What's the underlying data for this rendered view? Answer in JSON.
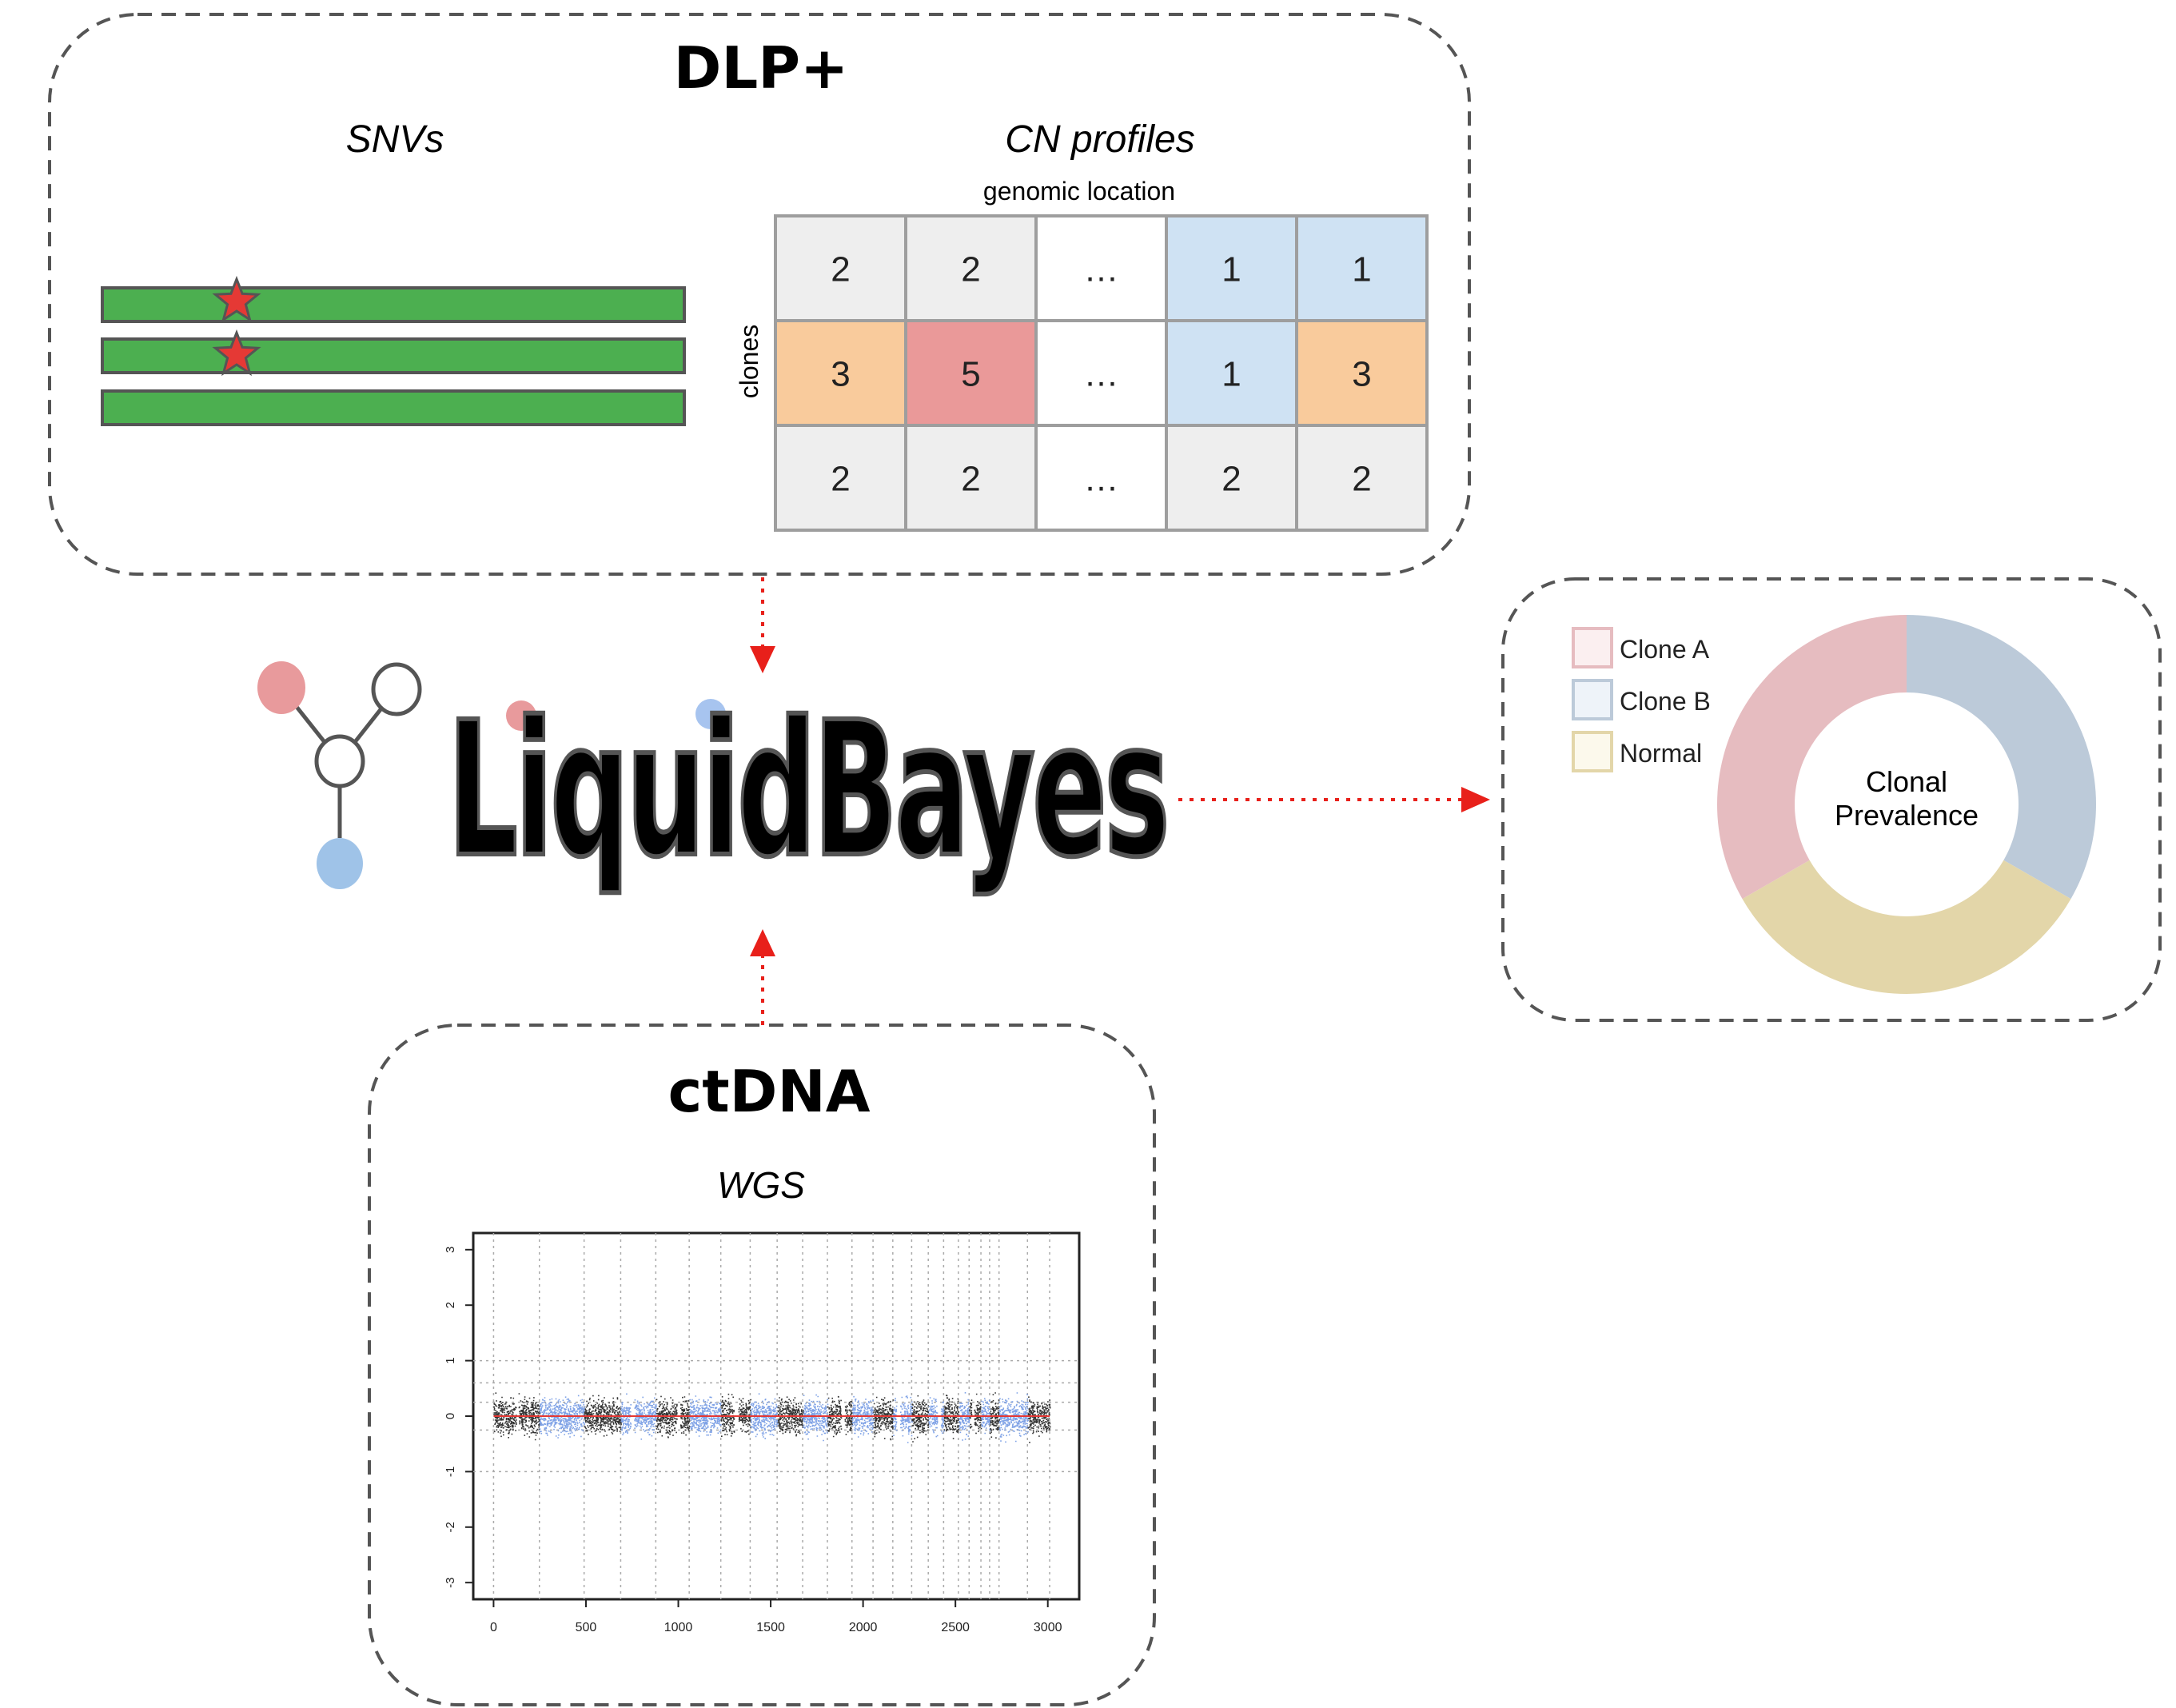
{
  "dlp": {
    "title": "DLP+",
    "snv_label": "SNVs",
    "cn_label": "CN profiles",
    "cn_xlabel": "genomic location",
    "cn_ylabel": "clones",
    "cn_matrix": [
      [
        "2",
        "2",
        "…",
        "1",
        "1"
      ],
      [
        "3",
        "5",
        "…",
        "1",
        "3"
      ],
      [
        "2",
        "2",
        "…",
        "2",
        "2"
      ]
    ],
    "cn_colors": [
      [
        "#eeeeee",
        "#eeeeee",
        "#ffffff",
        "#cfe2f3",
        "#cfe2f3"
      ],
      [
        "#f9cb9c",
        "#ea9999",
        "#ffffff",
        "#cfe2f3",
        "#f9cb9c"
      ],
      [
        "#eeeeee",
        "#eeeeee",
        "#ffffff",
        "#eeeeee",
        "#eeeeee"
      ]
    ],
    "snv_read_color": "#4caf50",
    "snv_star_color": "#e53935"
  },
  "brand": {
    "name": "LiquidBayes"
  },
  "tree_colors": {
    "clone_a": "#e89a9c",
    "clone_b": "#9fc3e8",
    "normal": "#ffffff"
  },
  "ctdna": {
    "title": "ctDNA",
    "wgs_label": "WGS",
    "x_ticks": [
      "0",
      "500",
      "1000",
      "1500",
      "2000",
      "2500",
      "3000"
    ],
    "y_ticks": [
      "3",
      "2",
      "1",
      "0",
      "-1",
      "-2",
      "-3"
    ],
    "colors": {
      "dark": "#333333",
      "blue": "#7fa2e6",
      "center": "#e53935"
    }
  },
  "chart_data": {
    "type": "pie",
    "subtype": "donut",
    "center_label_line1": "Clonal",
    "center_label_line2": "Prevalence",
    "legend_placement": "top-left",
    "slices": [
      {
        "name": "Clone A",
        "value": 0.333,
        "color": "#e6bcc0"
      },
      {
        "name": "Clone B",
        "value": 0.333,
        "color": "#bccad9"
      },
      {
        "name": "Normal",
        "value": 0.334,
        "color": "#e3d6a9"
      }
    ],
    "legend_swatch_fills": [
      "#fbeff0",
      "#eef3f9",
      "#fcf9ec"
    ],
    "legend_swatch_strokes": [
      "#e6bcc0",
      "#bccad9",
      "#e3d6a9"
    ]
  },
  "arrows": {
    "color": "#e8201a"
  }
}
